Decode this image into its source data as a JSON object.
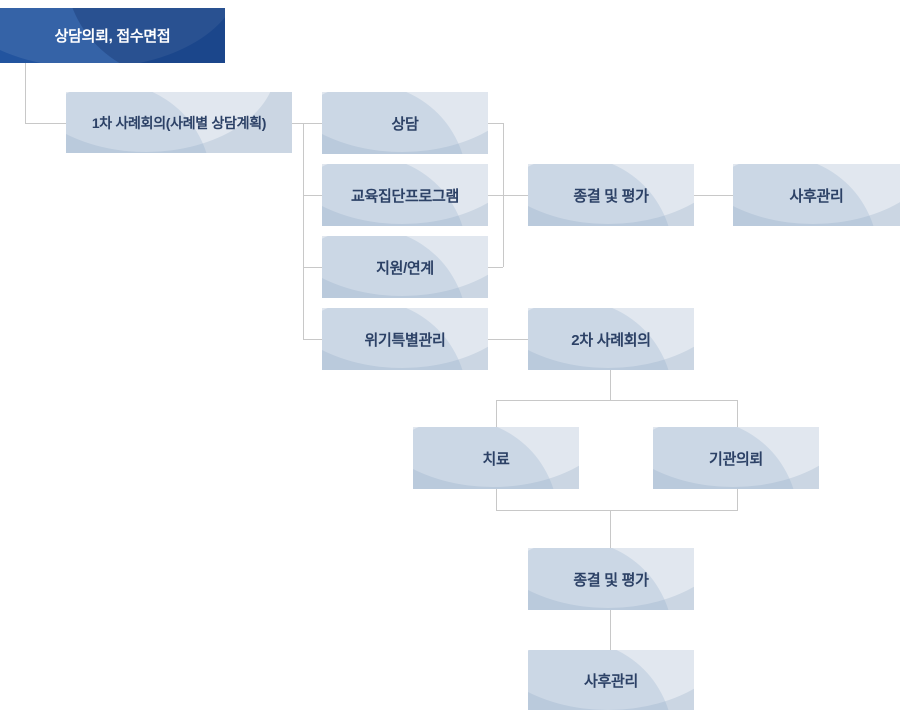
{
  "diagram": {
    "title_note": "counseling case flow chart",
    "colors": {
      "primary_box_bg": "#22549f",
      "primary_box_text": "#ffffff",
      "box_bg": "#cbd6e3",
      "box_text": "#2c4166",
      "connector": "#c8c8c8",
      "background": "#ffffff"
    },
    "nodes": {
      "intake": {
        "label": "상담의뢰, 접수면접"
      },
      "case_meeting_1": {
        "label": "1차 사례회의(사례별 상담계획)"
      },
      "counseling": {
        "label": "상담"
      },
      "education_program": {
        "label": "교육집단프로그램"
      },
      "support_link": {
        "label": "지원/연계"
      },
      "crisis_management": {
        "label": "위기특별관리"
      },
      "closure_eval_top": {
        "label": "종결 및 평가"
      },
      "aftercare_top": {
        "label": "사후관리"
      },
      "case_meeting_2": {
        "label": "2차 사례회의"
      },
      "therapy": {
        "label": "치료"
      },
      "agency_referral": {
        "label": "기관의뢰"
      },
      "closure_eval_bottom": {
        "label": "종결 및 평가"
      },
      "aftercare_bottom": {
        "label": "사후관리"
      }
    }
  }
}
